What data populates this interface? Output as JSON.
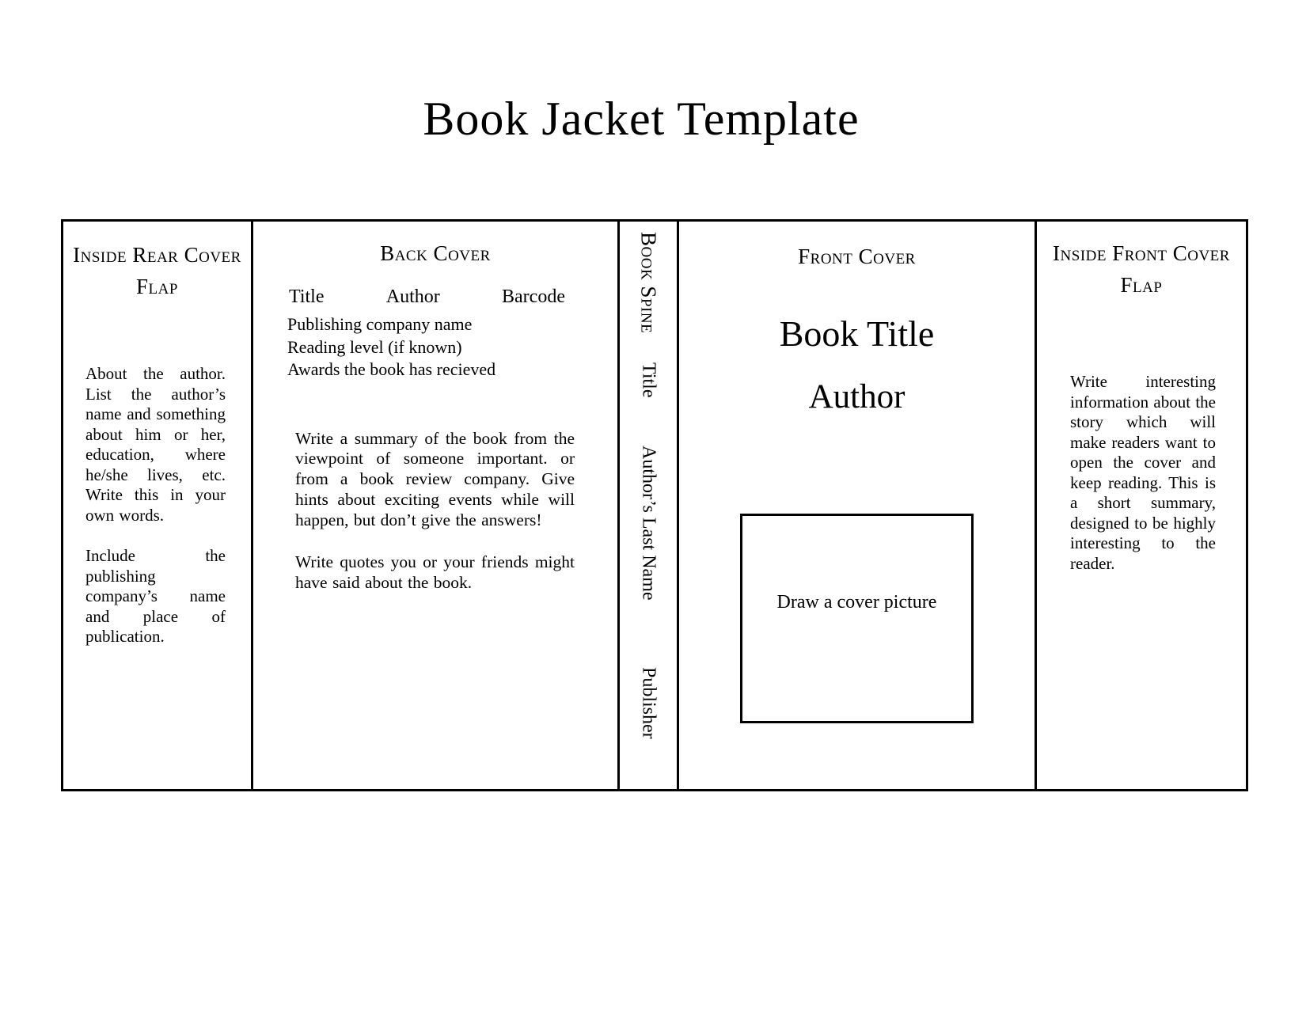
{
  "page": {
    "title": "Book Jacket Template"
  },
  "colors": {
    "ink": "#000000",
    "paper": "#ffffff"
  },
  "jacket": {
    "inside_rear_flap": {
      "heading": "Inside Rear Cover Flap",
      "paragraphs": [
        "About the author. List the author’s name and something about him or her, education, where he/she lives, etc. Write this in your own words.",
        "Include the publishing company’s name and place of publication."
      ]
    },
    "back_cover": {
      "heading": "Back Cover",
      "top_row": [
        "Title",
        "Author",
        "Barcode"
      ],
      "info_lines": [
        "Publishing company name",
        "Reading level (if known)",
        "Awards the book has recieved"
      ],
      "paragraphs": [
        "Write a summary of the book from the viewpoint of someone important. or from a book review company. Give hints about exciting events while will happen, but don’t give the answers!",
        "Write quotes you or your friends might have said about the book."
      ]
    },
    "spine": {
      "heading": "Book Spine",
      "items": [
        "Title",
        "Author’s Last Name",
        "Publisher"
      ]
    },
    "front_cover": {
      "heading": "Front Cover",
      "book_title": "Book Title",
      "author": "Author",
      "picture_placeholder": "Draw a cover picture"
    },
    "inside_front_flap": {
      "heading": "Inside Front Cover Flap",
      "paragraphs": [
        "Write interesting information about the story which will make readers want to open the cover and keep reading. This is a short summary, designed to be highly interesting to the reader."
      ]
    }
  }
}
